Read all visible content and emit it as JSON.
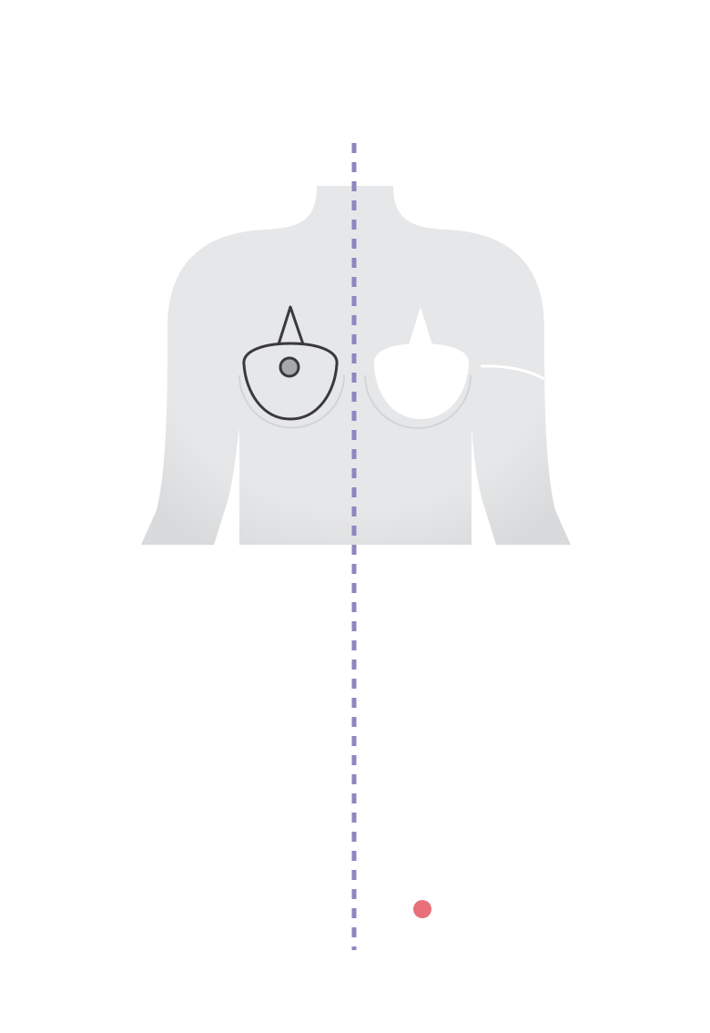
{
  "colors": {
    "background": "#ffffff",
    "torso": "#e6e7e8",
    "torso_shadow": "#d6d7d8",
    "outline": "#3a3a3c",
    "nipple_fill": "#a7a8aa",
    "prosthesis": "#ffffff",
    "midline": "#8e86c0",
    "marker": "#e8707a"
  },
  "icons": [
    "torso-figure",
    "breast-outline-icon",
    "breast-prosthesis-icon",
    "midline-dashed",
    "marker-dot"
  ]
}
